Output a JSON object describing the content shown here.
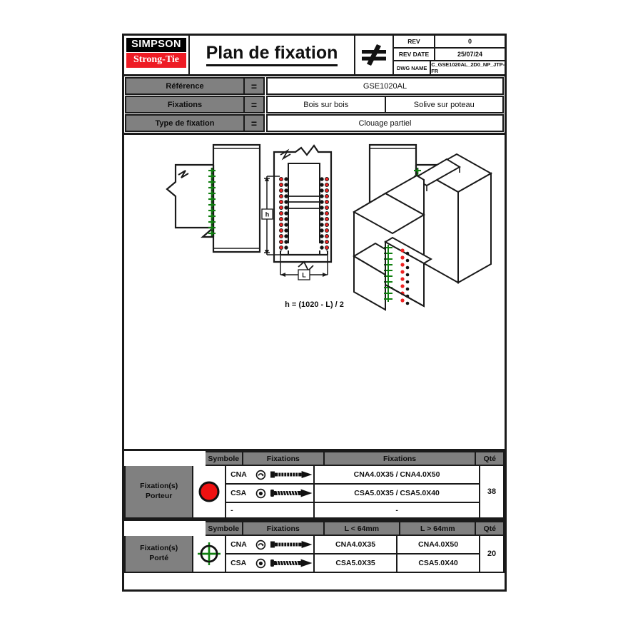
{
  "titleblock": {
    "logo_top": "SIMPSON",
    "logo_bottom": "Strong-Tie",
    "title": "Plan de fixation",
    "neq_symbol": "≠",
    "rev_label": "REV",
    "rev_value": "0",
    "rev_date_label": "REV DATE",
    "rev_date_value": "25/07/24",
    "dwg_name_label": "DWG NAME",
    "dwg_name_value": "C_GSE1020AL_2D0_NP_JTP-FR"
  },
  "spec": {
    "equals": "=",
    "rows": [
      {
        "key": "Référence",
        "values": [
          "GSE1020AL"
        ]
      },
      {
        "key": "Fixations",
        "values": [
          "Bois sur bois",
          "Solive sur poteau"
        ]
      },
      {
        "key": "Type de fixation",
        "values": [
          "Clouage partiel"
        ]
      }
    ]
  },
  "drawing": {
    "formula": "h = (1020 - L) / 2",
    "dim_h": "h",
    "dim_l": "L",
    "colors": {
      "outline": "#1a1a1a",
      "carrier_fastener": "#ee2222",
      "carried_fastener": "#108010"
    }
  },
  "table_porteur": {
    "headers": [
      "Symbole",
      "Fixations",
      "Fixations",
      "Qté"
    ],
    "name": "Fixation(s)\nPorteur",
    "name_line1": "Fixation(s)",
    "name_line2": "Porteur",
    "symbol": "red-filled-circle",
    "qte": "38",
    "rows": [
      {
        "code": "CNA",
        "head_icon": "annular-nail-head-icon",
        "screw_icon": "nail-profile-icon",
        "value": "CNA4.0X35 / CNA4.0X50"
      },
      {
        "code": "CSA",
        "head_icon": "screw-head-icon",
        "screw_icon": "screw-profile-icon",
        "value": "CSA5.0X35 / CSA5.0X40"
      },
      {
        "code": "-",
        "head_icon": "",
        "screw_icon": "",
        "value": "-"
      }
    ]
  },
  "table_porte": {
    "headers": [
      "Symbole",
      "Fixations",
      "L < 64mm",
      "L > 64mm",
      "Qté"
    ],
    "name_line1": "Fixation(s)",
    "name_line2": "Porté",
    "symbol": "green-crosshair-circle",
    "qte": "20",
    "rows": [
      {
        "code": "CNA",
        "head_icon": "annular-nail-head-icon",
        "screw_icon": "nail-profile-icon",
        "value_short": "CNA4.0X35",
        "value_long": "CNA4.0X50"
      },
      {
        "code": "CSA",
        "head_icon": "screw-head-icon",
        "screw_icon": "screw-profile-icon",
        "value_short": "CSA5.0X35",
        "value_long": "CSA5.0X40"
      }
    ]
  }
}
